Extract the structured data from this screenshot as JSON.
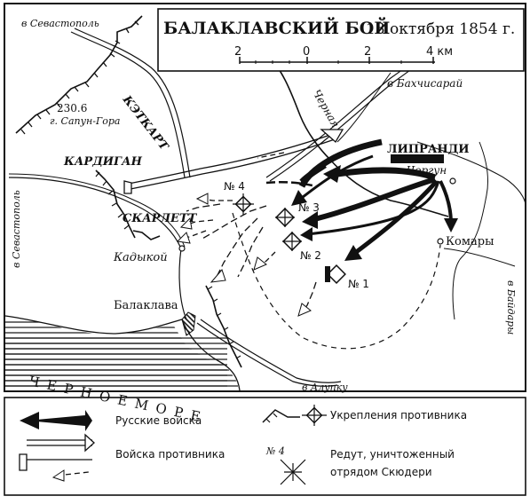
{
  "map": {
    "title": "БАЛАКЛАВСКИЙ БОЙ",
    "date": "13 октября 1854 г.",
    "scale": {
      "ticks": [
        "2",
        "0",
        "2",
        "4 км"
      ]
    },
    "places": {
      "to_sevastopol_top": "в Севастополь",
      "to_sevastopol_left": "в Севастополь",
      "to_bakhchisaray": "в Бахчисарай",
      "to_baidary": "в Байдары",
      "to_alupka": "в Алупку",
      "sapun_height": "230.6",
      "sapun_label": "г. Сапун-Гора",
      "chernaya": "Черная",
      "chorgun": "Чоргун",
      "komary": "Комары",
      "kadykoy": "Кадыкой",
      "balaklava": "Балаклава",
      "sea": "Ч Е Р Н О Е   М О Р Е"
    },
    "units": {
      "cathcart": "КЭТКАРТ",
      "cardigan": "КАРДИГАН",
      "scarlett": "СКАРЛЕТТ",
      "liprandi": "ЛИПРАНДИ"
    },
    "redoubts": {
      "r1": "№ 1",
      "r2": "№ 2",
      "r3": "№ 3",
      "r4": "№ 4"
    }
  },
  "legend": {
    "russian": "Русские войска",
    "enemy": "Войска противника",
    "fortifications": "Укрепления противника",
    "redoubt_no": "№ 4",
    "redoubt_destroyed_1": "Редут, уничтоженный",
    "redoubt_destroyed_2": "отрядом Скюдери"
  }
}
